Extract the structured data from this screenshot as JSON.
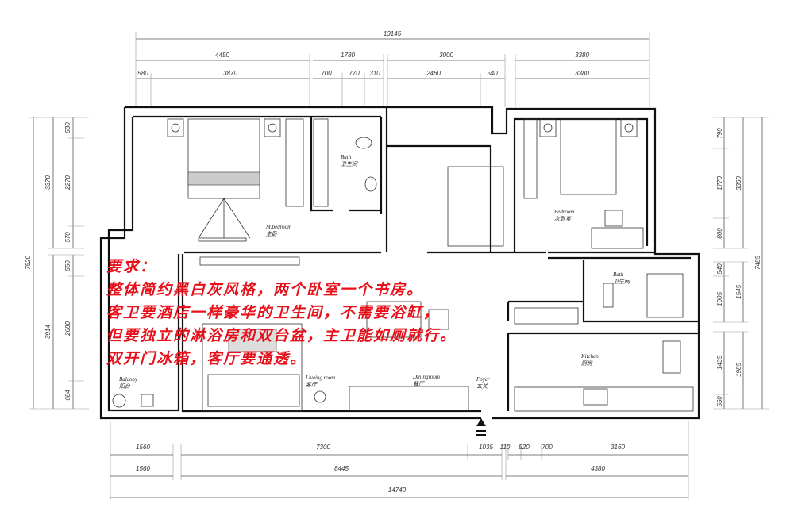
{
  "dimensions": {
    "top_total": "13145",
    "top_row2": [
      "4450",
      "1780",
      "3000",
      "3380"
    ],
    "top_row3": [
      "580",
      "3870",
      "700",
      "770",
      "310",
      "2460",
      "540",
      "3380"
    ],
    "bottom_row1": [
      "1560",
      "7300",
      "1035",
      "110",
      "520",
      "700",
      "3160"
    ],
    "bottom_row2": [
      "1560",
      "8445",
      "4380"
    ],
    "bottom_total": "14740",
    "left_total": "7520",
    "left_mid": [
      "3370",
      "3914"
    ],
    "left_detail": [
      "530",
      "2270",
      "570",
      "550",
      "2680",
      "684"
    ],
    "right_total": "7485",
    "right_mid": [
      "3360",
      "1545",
      "1985"
    ],
    "right_detail": [
      "790",
      "1770",
      "800",
      "540",
      "1005",
      "1435",
      "550"
    ]
  },
  "rooms": {
    "master_bedroom": {
      "en": "M.bedroom",
      "zh": "主卧"
    },
    "bath1": {
      "en": "Bath",
      "zh": "卫生间"
    },
    "bedroom": {
      "en": "Bedroom",
      "zh": "次卧室"
    },
    "bath2": {
      "en": "Bath",
      "zh": "卫生间"
    },
    "living": {
      "en": "Liveing room",
      "zh": "客厅"
    },
    "dining": {
      "en": "Diningroom",
      "zh": "餐厅"
    },
    "balcony": {
      "en": "Balcony",
      "zh": "阳台"
    },
    "kitchen": {
      "en": "Kitchen",
      "zh": "厨房"
    },
    "foyer": {
      "en": "Foyer",
      "zh": "玄关"
    }
  },
  "requirements": {
    "title": "要求：",
    "lines": [
      "整体简约黑白灰风格，两个卧室一个书房。",
      "客卫要酒店一样豪华的卫生间，不需要浴缸，",
      "但要独立的淋浴房和双台盆，主卫能如厕就行。",
      "双开门冰箱，客厅要通透。"
    ]
  },
  "colors": {
    "annotation": "#e8101a",
    "walls": "#111111"
  }
}
